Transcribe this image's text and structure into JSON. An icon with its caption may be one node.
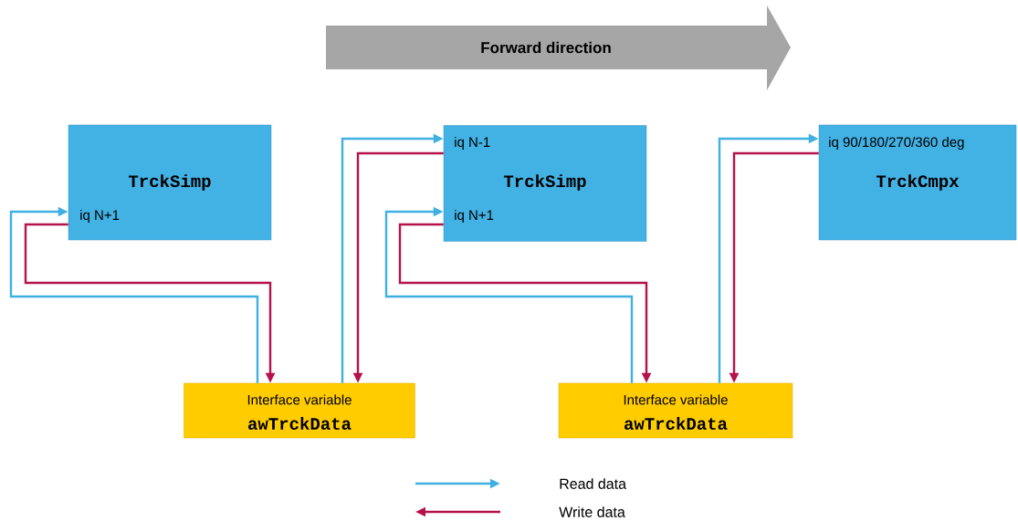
{
  "diagram": {
    "nodes": [
      {
        "text": [
          "Forward direction"
        ]
      },
      {
        "text": [
          "TrckSimp",
          "iq N+1"
        ]
      },
      {
        "text": [
          "iq N-1",
          "TrckSimp",
          "iq N+1"
        ]
      },
      {
        "text": [
          "iq 90/180/270/360 deg",
          "TrckCmpx"
        ]
      },
      {
        "text": [
          "Interface variable",
          "awTrckData"
        ]
      },
      {
        "text": [
          "Interface variable",
          "awTrckData"
        ]
      }
    ],
    "edges": [
      {
        "from": 4,
        "to": 1,
        "arrow": "to",
        "color": "#3fb0e2"
      },
      {
        "from": 1,
        "to": 4,
        "arrow": "to",
        "color": "#b5124b"
      },
      {
        "from": 4,
        "to": 2,
        "arrow": "to",
        "color": "#3fb0e2"
      },
      {
        "from": 2,
        "to": 4,
        "arrow": "to",
        "color": "#b5124b"
      },
      {
        "from": 5,
        "to": 2,
        "arrow": "to",
        "color": "#3fb0e2"
      },
      {
        "from": 2,
        "to": 5,
        "arrow": "to",
        "color": "#b5124b"
      },
      {
        "from": 5,
        "to": 3,
        "arrow": "to",
        "color": "#3fb0e2"
      },
      {
        "from": 3,
        "to": 5,
        "arrow": "to",
        "color": "#b5124b"
      }
    ],
    "legend": [
      {
        "text": "Read data"
      },
      {
        "text": "Write data"
      }
    ]
  }
}
